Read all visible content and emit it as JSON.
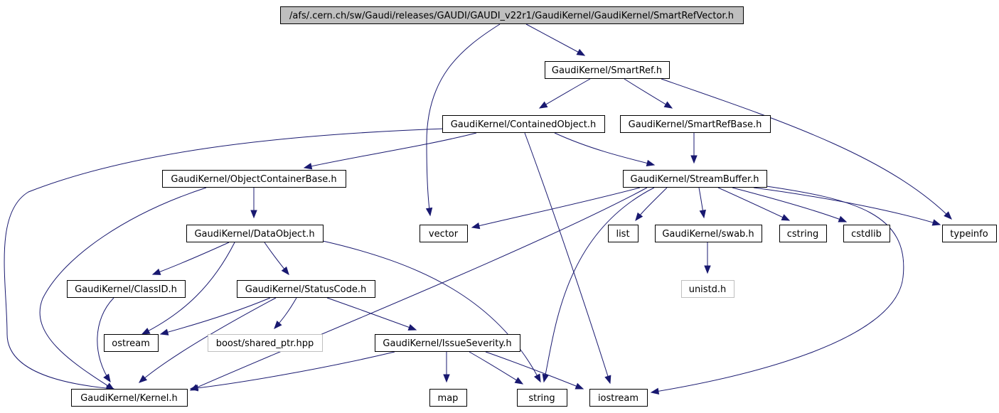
{
  "graph": {
    "nodes": [
      {
        "id": "root",
        "label": "/afs/.cern.ch/sw/Gaudi/releases/GAUDI/GAUDI_v22r1/GaudiKernel/GaudiKernel/SmartRefVector.h",
        "style": "root"
      },
      {
        "id": "smartref",
        "label": "GaudiKernel/SmartRef.h",
        "style": "normal"
      },
      {
        "id": "contained",
        "label": "GaudiKernel/ContainedObject.h",
        "style": "normal"
      },
      {
        "id": "smartrefbase",
        "label": "GaudiKernel/SmartRefBase.h",
        "style": "normal"
      },
      {
        "id": "objcont",
        "label": "GaudiKernel/ObjectContainerBase.h",
        "style": "normal"
      },
      {
        "id": "streambuf",
        "label": "GaudiKernel/StreamBuffer.h",
        "style": "normal"
      },
      {
        "id": "dataobject",
        "label": "GaudiKernel/DataObject.h",
        "style": "normal"
      },
      {
        "id": "vector",
        "label": "vector",
        "style": "normal"
      },
      {
        "id": "list",
        "label": "list",
        "style": "normal"
      },
      {
        "id": "swab",
        "label": "GaudiKernel/swab.h",
        "style": "normal"
      },
      {
        "id": "cstring",
        "label": "cstring",
        "style": "normal"
      },
      {
        "id": "cstdlib",
        "label": "cstdlib",
        "style": "normal"
      },
      {
        "id": "typeinfo",
        "label": "typeinfo",
        "style": "normal"
      },
      {
        "id": "unistd",
        "label": "unistd.h",
        "style": "external"
      },
      {
        "id": "classid",
        "label": "GaudiKernel/ClassID.h",
        "style": "normal"
      },
      {
        "id": "statuscode",
        "label": "GaudiKernel/StatusCode.h",
        "style": "normal"
      },
      {
        "id": "ostream",
        "label": "ostream",
        "style": "normal"
      },
      {
        "id": "sharedptr",
        "label": "boost/shared_ptr.hpp",
        "style": "external"
      },
      {
        "id": "issue",
        "label": "GaudiKernel/IssueSeverity.h",
        "style": "normal"
      },
      {
        "id": "kernel",
        "label": "GaudiKernel/Kernel.h",
        "style": "normal"
      },
      {
        "id": "map",
        "label": "map",
        "style": "normal"
      },
      {
        "id": "string",
        "label": "string",
        "style": "normal"
      },
      {
        "id": "iostream",
        "label": "iostream",
        "style": "normal"
      }
    ],
    "edges": [
      {
        "from": "root",
        "to": "vector"
      },
      {
        "from": "root",
        "to": "smartref"
      },
      {
        "from": "smartref",
        "to": "contained"
      },
      {
        "from": "smartref",
        "to": "smartrefbase"
      },
      {
        "from": "smartref",
        "to": "typeinfo"
      },
      {
        "from": "contained",
        "to": "kernel"
      },
      {
        "from": "contained",
        "to": "objcont"
      },
      {
        "from": "contained",
        "to": "streambuf"
      },
      {
        "from": "contained",
        "to": "iostream"
      },
      {
        "from": "smartrefbase",
        "to": "streambuf"
      },
      {
        "from": "objcont",
        "to": "dataobject"
      },
      {
        "from": "objcont",
        "to": "kernel"
      },
      {
        "from": "streambuf",
        "to": "vector"
      },
      {
        "from": "streambuf",
        "to": "list"
      },
      {
        "from": "streambuf",
        "to": "swab"
      },
      {
        "from": "streambuf",
        "to": "cstring"
      },
      {
        "from": "streambuf",
        "to": "cstdlib"
      },
      {
        "from": "streambuf",
        "to": "typeinfo"
      },
      {
        "from": "streambuf",
        "to": "kernel"
      },
      {
        "from": "streambuf",
        "to": "string"
      },
      {
        "from": "streambuf",
        "to": "iostream"
      },
      {
        "from": "swab",
        "to": "unistd"
      },
      {
        "from": "dataobject",
        "to": "classid"
      },
      {
        "from": "dataobject",
        "to": "statuscode"
      },
      {
        "from": "dataobject",
        "to": "ostream"
      },
      {
        "from": "dataobject",
        "to": "string"
      },
      {
        "from": "classid",
        "to": "kernel"
      },
      {
        "from": "statuscode",
        "to": "ostream"
      },
      {
        "from": "statuscode",
        "to": "sharedptr"
      },
      {
        "from": "statuscode",
        "to": "issue"
      },
      {
        "from": "statuscode",
        "to": "kernel"
      },
      {
        "from": "issue",
        "to": "kernel"
      },
      {
        "from": "issue",
        "to": "map"
      },
      {
        "from": "issue",
        "to": "string"
      },
      {
        "from": "issue",
        "to": "iostream"
      }
    ]
  }
}
